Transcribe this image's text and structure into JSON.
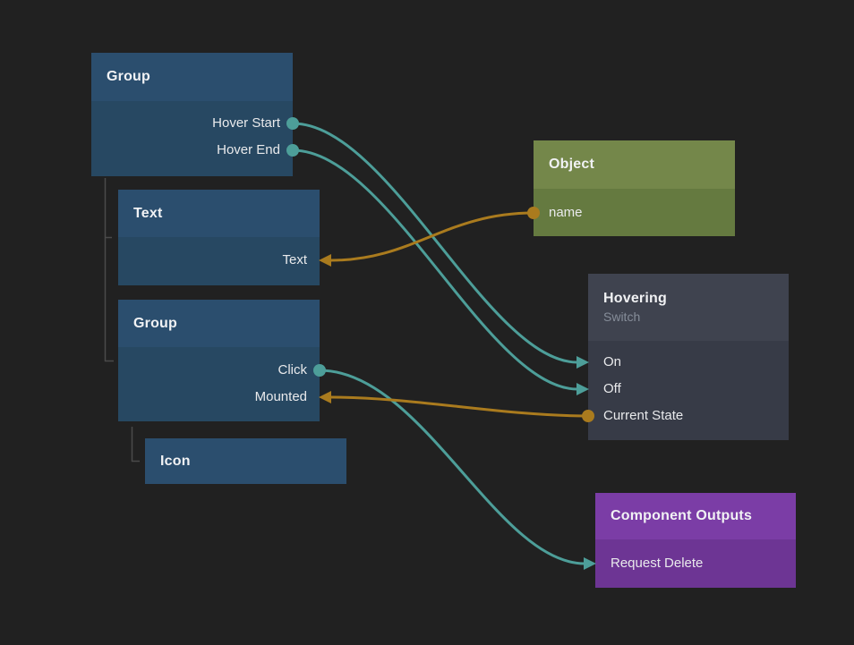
{
  "colors": {
    "canvas-bg": "#212121",
    "event-connection": "#4d9e99",
    "data-connection": "#aa7b1e",
    "hierarchy-line": "#4a4a4a",
    "node-blue-header": "#2b4e6e",
    "node-blue-body": "#274862",
    "node-green-header": "#74874a",
    "node-green-body": "#657a40",
    "node-gray-header": "#3f434f",
    "node-gray-body": "#373b47",
    "node-purple-header": "#7b3da6",
    "node-purple-body": "#6d3594",
    "title-text": "#f1f2f4",
    "port-text": "#e9eaec",
    "subtitle-text": "#868d99"
  },
  "nodes": [
    {
      "title": "Group",
      "color": "blue",
      "ports": [
        {
          "label": "Hover Start",
          "side": "right",
          "connector": "dot",
          "type": "event"
        },
        {
          "label": "Hover End",
          "side": "right",
          "connector": "dot",
          "type": "event"
        }
      ]
    },
    {
      "title": "Text",
      "color": "blue",
      "ports": [
        {
          "label": "Text",
          "side": "right",
          "connector": "arrow",
          "type": "data"
        }
      ]
    },
    {
      "title": "Group",
      "color": "blue",
      "ports": [
        {
          "label": "Click",
          "side": "right",
          "connector": "dot",
          "type": "event"
        },
        {
          "label": "Mounted",
          "side": "right",
          "connector": "arrow",
          "type": "data"
        }
      ]
    },
    {
      "title": "Icon",
      "color": "blue",
      "ports": []
    },
    {
      "title": "Object",
      "color": "green",
      "ports": [
        {
          "label": "name",
          "side": "left",
          "connector": "dot",
          "type": "data"
        }
      ]
    },
    {
      "title": "Hovering",
      "subtitle": "Switch",
      "color": "gray",
      "ports": [
        {
          "label": "On",
          "side": "left",
          "connector": "arrow",
          "type": "event"
        },
        {
          "label": "Off",
          "side": "left",
          "connector": "arrow",
          "type": "event"
        },
        {
          "label": "Current State",
          "side": "left",
          "connector": "dot",
          "type": "data"
        }
      ]
    },
    {
      "title": "Component Outputs",
      "color": "purple",
      "ports": [
        {
          "label": "Request Delete",
          "side": "left",
          "connector": "arrow",
          "type": "event"
        }
      ]
    }
  ],
  "connections": [
    {
      "from_node": "Group",
      "from_port": "Hover Start",
      "to_node": "Hovering",
      "to_port": "On",
      "type": "event"
    },
    {
      "from_node": "Group",
      "from_port": "Hover End",
      "to_node": "Hovering",
      "to_port": "Off",
      "type": "event"
    },
    {
      "from_node": "Object",
      "from_port": "name",
      "to_node": "Text",
      "to_port": "Text",
      "type": "data"
    },
    {
      "from_node": "Group",
      "from_port": "Click",
      "to_node": "Component Outputs",
      "to_port": "Request Delete",
      "type": "event"
    },
    {
      "from_node": "Hovering",
      "from_port": "Current State",
      "to_node": "Group",
      "to_port": "Mounted",
      "type": "data"
    }
  ],
  "hierarchy": [
    {
      "parent": "Group",
      "children": [
        "Text",
        "Group"
      ]
    },
    {
      "parent": "Group",
      "children": [
        "Icon"
      ]
    }
  ]
}
